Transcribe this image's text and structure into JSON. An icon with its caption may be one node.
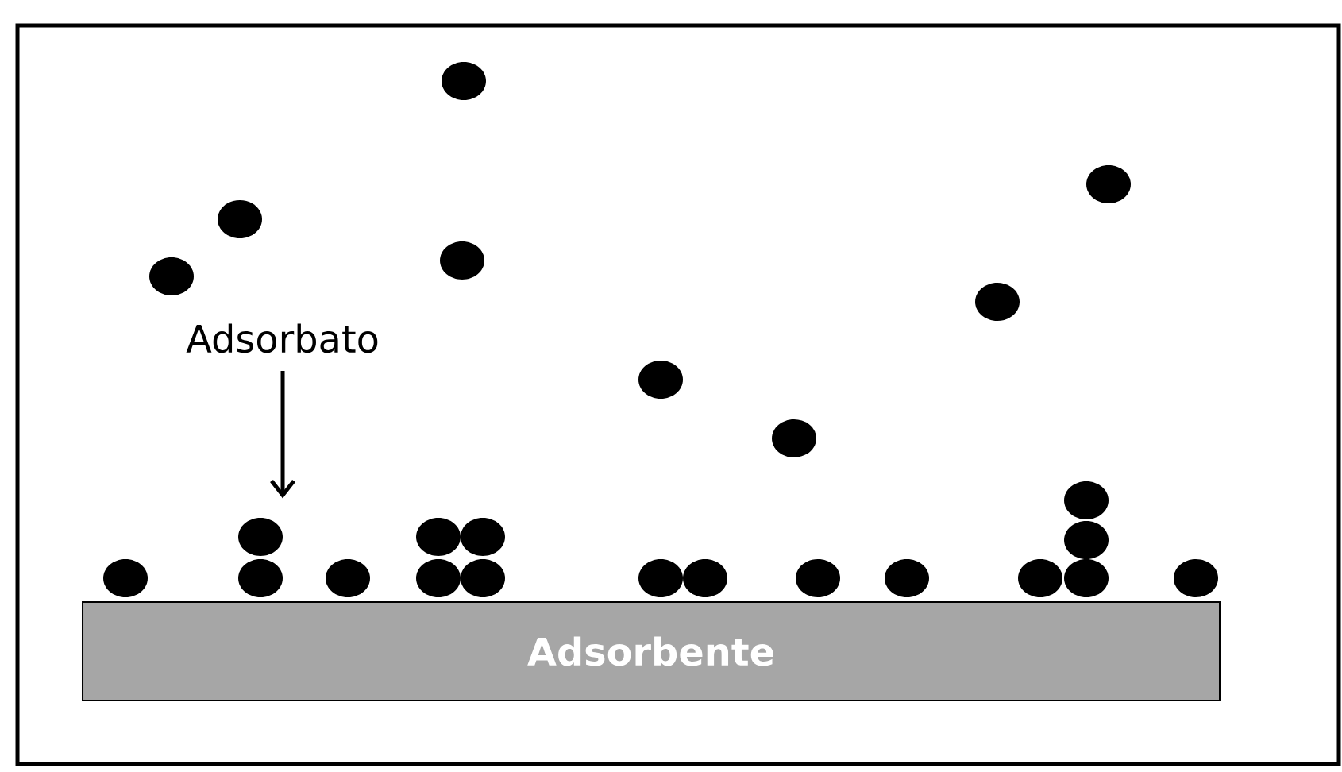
{
  "diagram": {
    "nodes": [
      {
        "text": [
          "Adsorbato"
        ]
      },
      {
        "text": [],
        "shape": "circle"
      },
      {
        "text": [
          "Adsorbente"
        ]
      }
    ],
    "edges": [
      {
        "from": 0,
        "to": 1,
        "arrow": "to"
      }
    ]
  }
}
